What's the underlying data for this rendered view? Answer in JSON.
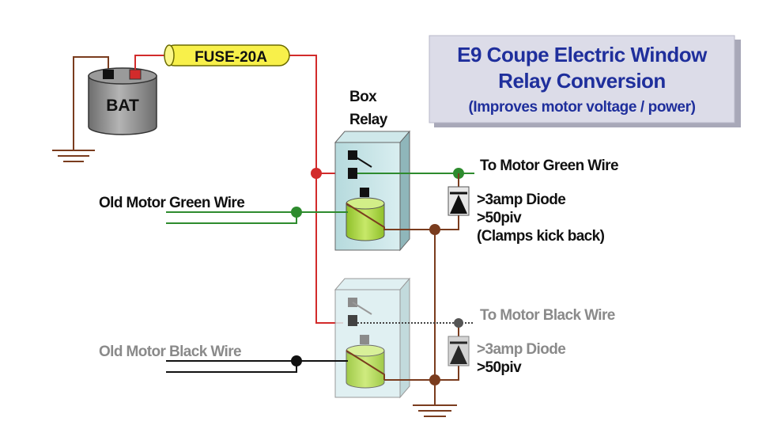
{
  "title_box": {
    "line1": "E9 Coupe Electric Window",
    "line2": "Relay Conversion",
    "line3": "(Improves motor voltage / power)"
  },
  "battery_label": "BAT",
  "fuse_label": "FUSE-20A",
  "relay_label": {
    "line1": "Box",
    "line2": "Relay"
  },
  "labels": {
    "to_green": "To Motor Green Wire",
    "old_green": "Old Motor Green Wire",
    "to_black": "To Motor Black Wire",
    "old_black": "Old Motor Black Wire"
  },
  "diode_top": {
    "line1": ">3amp Diode",
    "line2": ">50piv",
    "line3": "(Clamps kick back)"
  },
  "diode_bottom": {
    "line1": ">3amp Diode",
    "line2": ">50piv"
  },
  "colors": {
    "red_wire": "#d22b2b",
    "green_wire": "#2e8b2e",
    "brown_wire": "#7a3c1e",
    "black_wire": "#111111",
    "fuse_fill": "#f8f04a",
    "relay_fill": "#c8e6e8",
    "coil_fill": "#a8d23a",
    "title_text": "#1f2f9c",
    "title_bg": "#d8d8e8"
  }
}
